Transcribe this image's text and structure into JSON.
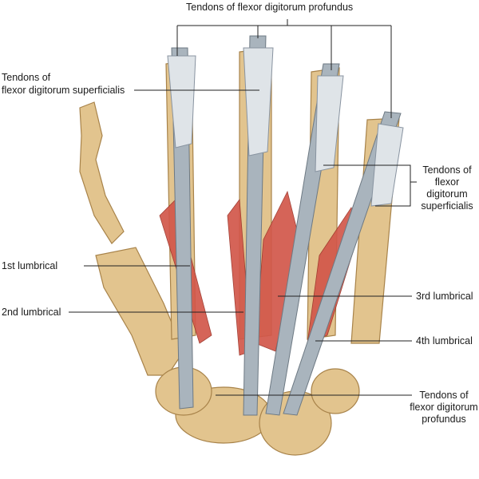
{
  "labels": {
    "profundus_top": "Tendons of flexor digitorum profundus",
    "superficialis_left_1": "Tendons of",
    "superficialis_left_2": "flexor digitorum superficialis",
    "superficialis_right_1": "Tendons of",
    "superficialis_right_2": "flexor",
    "superficialis_right_3": "digitorum",
    "superficialis_right_4": "superficialis",
    "lumbrical_1": "1st lumbrical",
    "lumbrical_2": "2nd lumbrical",
    "lumbrical_3": "3rd lumbrical",
    "lumbrical_4": "4th lumbrical",
    "profundus_bottom_1": "Tendons of",
    "profundus_bottom_2": "flexor digitorum",
    "profundus_bottom_3": "profundus"
  },
  "colors": {
    "bone": "#e2c48e",
    "bone_shade": "#b8955a",
    "tendon": "#a9b4bd",
    "tendon_light": "#dfe4e8",
    "muscle": "#d2574a",
    "line": "#222222"
  }
}
